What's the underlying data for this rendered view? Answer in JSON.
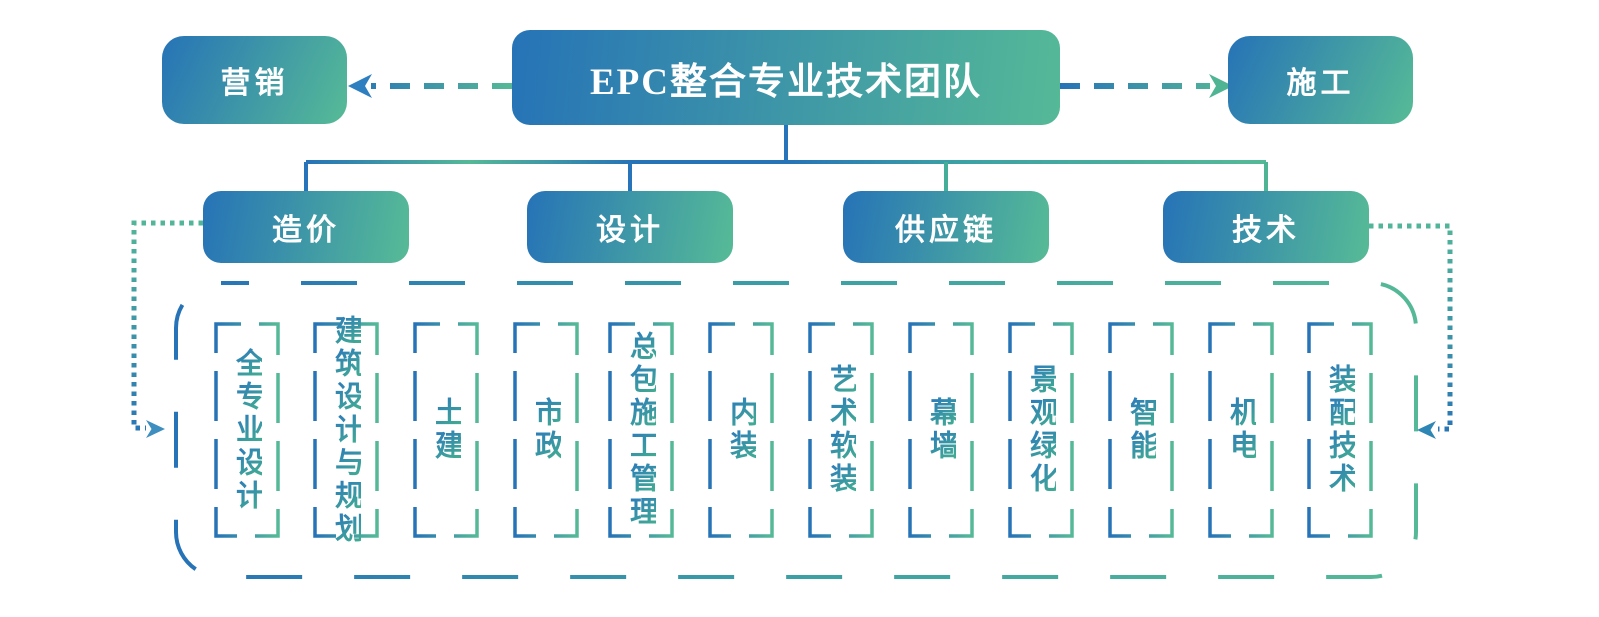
{
  "diagram_title": "EPC整合专业技术团队",
  "side_boxes": {
    "left": "营销",
    "right": "施工"
  },
  "departments": [
    "造价",
    "设计",
    "供应链",
    "技术"
  ],
  "units": [
    "全专业设计",
    "建筑设计与规划",
    "土建",
    "市政",
    "总包施工管理",
    "内装",
    "艺术软装",
    "幕墙",
    "景观绿化",
    "智能",
    "机电",
    "装配技术"
  ],
  "colors": {
    "blue": "#2673B7",
    "green": "#55B997",
    "teal": "#3BA0A5",
    "text_gradient_start": "#2D7EB8",
    "text_gradient_end": "#43AE90",
    "box_text": "#FFFFFF",
    "background": "#FFFFFF"
  }
}
